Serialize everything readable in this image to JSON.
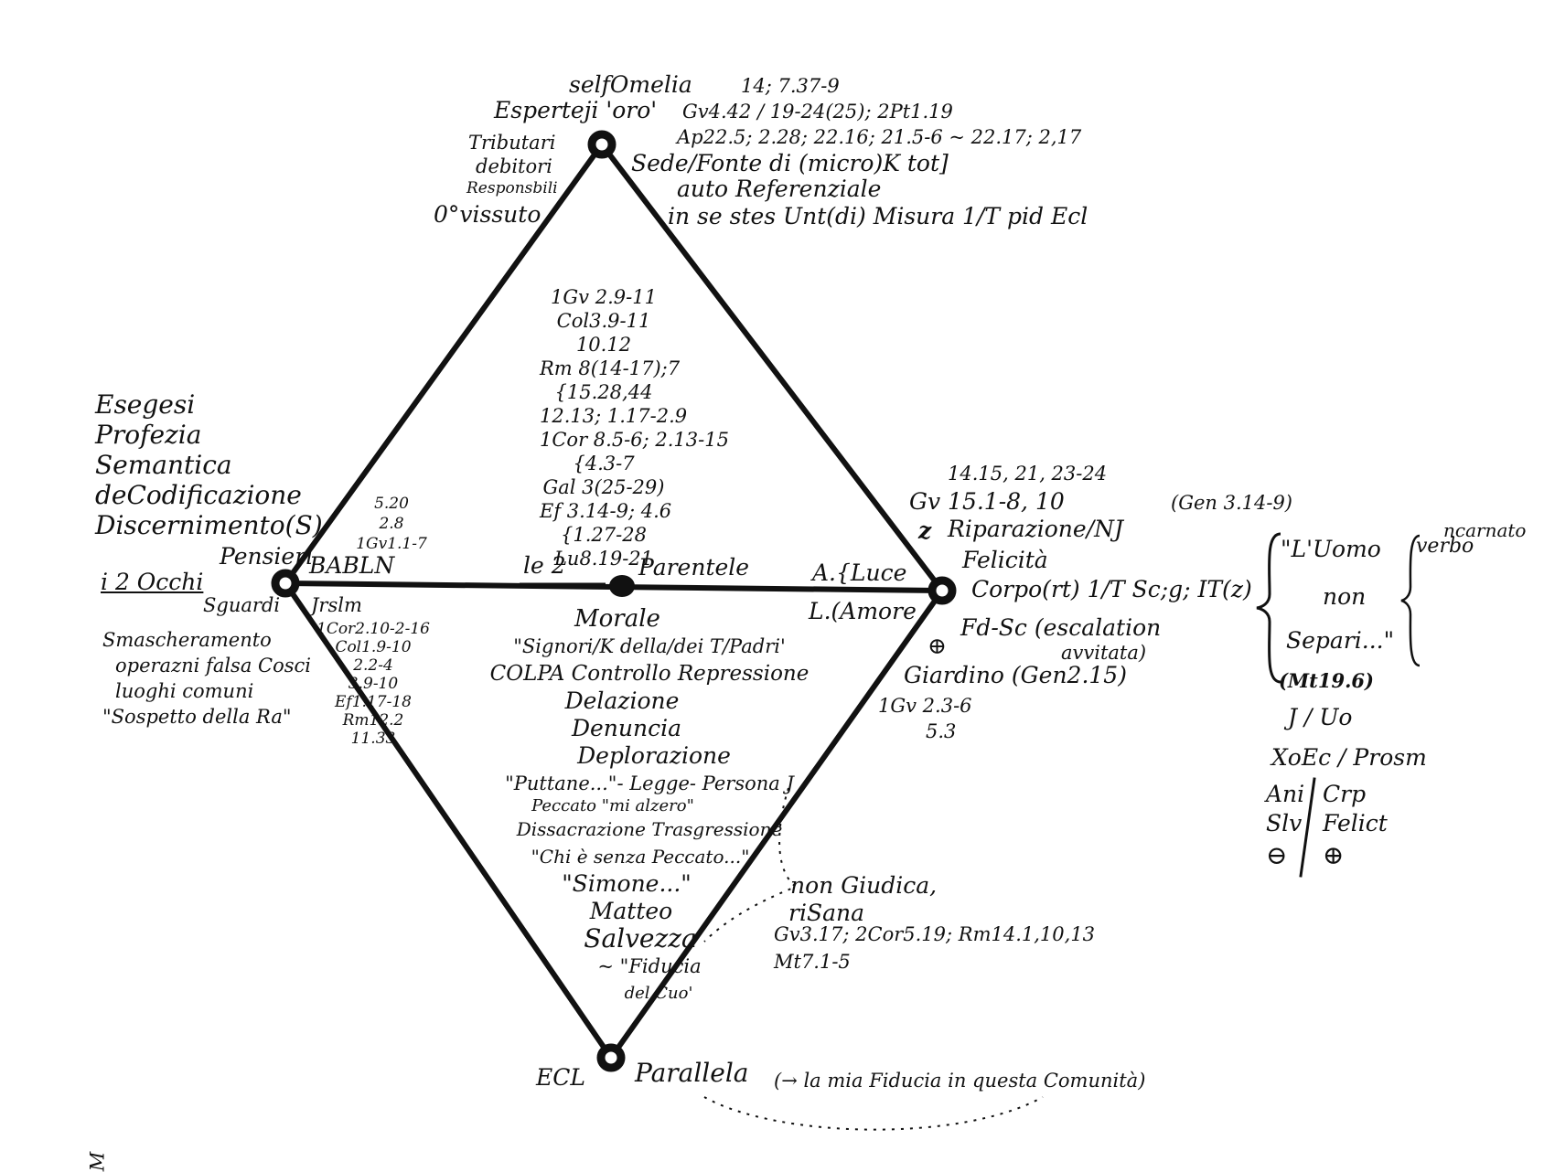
{
  "diagram": {
    "nodes": {
      "top": {
        "label_a": "selfOmelia",
        "label_b": "Esperteji 'oro'",
        "refs_a": "14; 7.37-9",
        "refs_b": "Gv4.42 / 19-24(25); 2Pt1.19",
        "refs_c": "Ap22.5; 2.28; 22.16; 21.5-6 ~ 22.17; 2,17",
        "desc_a": "Sede/Fonte di (micro)K tot]",
        "desc_b": "auto Referenziale",
        "desc_c": "in se stes Unt(di) Misura 1/T pid Ecl"
      },
      "top_left": {
        "l1": "Tributari",
        "l2": "debitori",
        "l3": "Responsbili",
        "l4": "0°vissuto"
      },
      "left": {
        "label": "BABLN",
        "sub": "Jrslm"
      },
      "right": {
        "label": "A.{Luce",
        "sub": "L.(Amore"
      },
      "center": {
        "le": "le 2",
        "label": "Parentele"
      },
      "bottom": {
        "left": "ECL",
        "right": "Parallela",
        "note": "(→ la mia Fiducia in questa Comunità)"
      }
    },
    "left_block": [
      "Esegesi",
      "Profezia",
      "Semantica",
      "deCodificazione",
      "Discernimento(S)"
    ],
    "left_eyes": {
      "a": "i 2 Occhi",
      "b": "Pensieri",
      "c": "Sguardi"
    },
    "left_lower": [
      "Smascheramento",
      "operazni falsa Cosci",
      "luoghi comuni",
      "\"Sospetto della Ra\""
    ],
    "left_refs_upper": [
      "5.20",
      "2.8",
      "1Gv1.1-7"
    ],
    "left_refs_lower": [
      "1Cor2.10-2-16",
      "Col1.9-10",
      "2.2-4",
      "3.9-10",
      "Ef1.17-18",
      "Rm12.2",
      "11.33"
    ],
    "center_refs": [
      "1Gv 2.9-11",
      "Col3.9-11",
      "10.12",
      "Rm 8(14-17);7",
      "{15.28,44",
      "12.13; 1.17-2.9",
      "1Cor 8.5-6; 2.13-15",
      "{4.3-7",
      "Gal 3(25-29)",
      "Ef 3.14-9; 4.6",
      "{1.27-28",
      "Lu8.19-21"
    ],
    "lower_center": [
      "Morale",
      "\"Signori/K della/dei T/Padri'",
      "COLPA Controllo Repressione",
      "Delazione",
      "Denuncia",
      "Deplorazione",
      "\"Puttane...\"- Legge- Persona J",
      "Peccato \"mi alzero\"",
      "Dissacrazione Trasgressione",
      "\"Chi è senza Peccato...\"",
      "\"Simone...\"",
      "Matteo",
      "Salvezza",
      "~ \"Fiducia",
      "del Cuo'"
    ],
    "right_block": {
      "refs_a": "14.15, 21, 23-24",
      "refs_b": "Gv 15.1-8, 10",
      "z": "z",
      "l1": "Riparazione/NJ",
      "l1b": "(Gen 3.14-9)",
      "l2": "Felicità",
      "l3": "Corpo(rt) 1/T Sc;g; IT(z)",
      "l4": "Fd-Sc (escalation",
      "l5": "avvitata)",
      "plus": "⊕",
      "l6": "Giardino (Gen2.15)",
      "refs_c": "1Gv 2.3-6",
      "refs_d": "5.3"
    },
    "far_right": {
      "q1": "\"L'Uomo",
      "q2": "non",
      "q3": "Separi...\"",
      "ref": "(Mt19.6)",
      "verbo": "verbo",
      "incarnato": "ncarnato",
      "row1": "J / Uo",
      "row2": "XoEc / Prosm",
      "row3a": "Ani",
      "row3b": "Crp",
      "row4a": "Slv",
      "row4b": "Felict",
      "minus": "⊖",
      "plus": "⊕"
    },
    "lower_right": {
      "l1": "non Giudica,",
      "l2": "riSana",
      "refs_a": "Gv3.17; 2Cor5.19; Rm14.1,10,13",
      "refs_b": "Mt7.1-5"
    },
    "corner_mark": "M"
  }
}
